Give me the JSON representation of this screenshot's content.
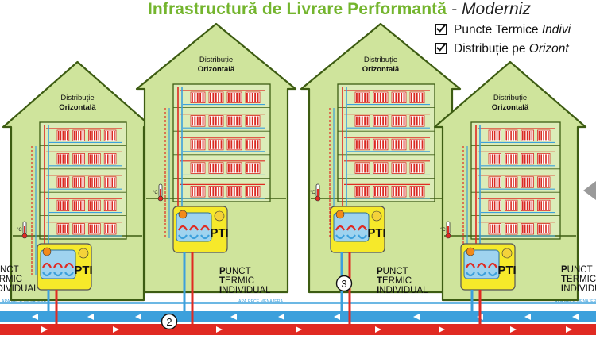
{
  "header": {
    "corner_text": "",
    "title_main": "Infrastructură de Livrare Performantă",
    "title_sep": " - ",
    "title_sub": "Moderniz"
  },
  "checklist": [
    {
      "lead": "Puncte Termice ",
      "italic": "Indivi"
    },
    {
      "lead": "Distribuție pe ",
      "italic": "Orizont"
    }
  ],
  "buildings": {
    "roof_label_line1": "Distribuție",
    "roof_label_line2": "Orizontală",
    "pti_label": "PTI",
    "temp_unit": "°C"
  },
  "side_label": {
    "line1_bold": "P",
    "line1_rest": "UNCT",
    "line2_bold": "T",
    "line2_rest": "ERMIC",
    "line3_bold": "I",
    "line3_rest": "NDIVIDUAL"
  },
  "pipes": {
    "cold_water_label": "APĂ RECE MENAJERĂ"
  },
  "markers": [
    "2",
    "3"
  ],
  "colors": {
    "accent_green": "#74b52e",
    "building_fill": "#cfe49c",
    "building_outline": "#3d5c12",
    "hot_pipe": "#e02a22",
    "cold_pipe": "#3ca0dc",
    "pti_fill": "#f6e92a",
    "radiator": "#d92a22"
  }
}
